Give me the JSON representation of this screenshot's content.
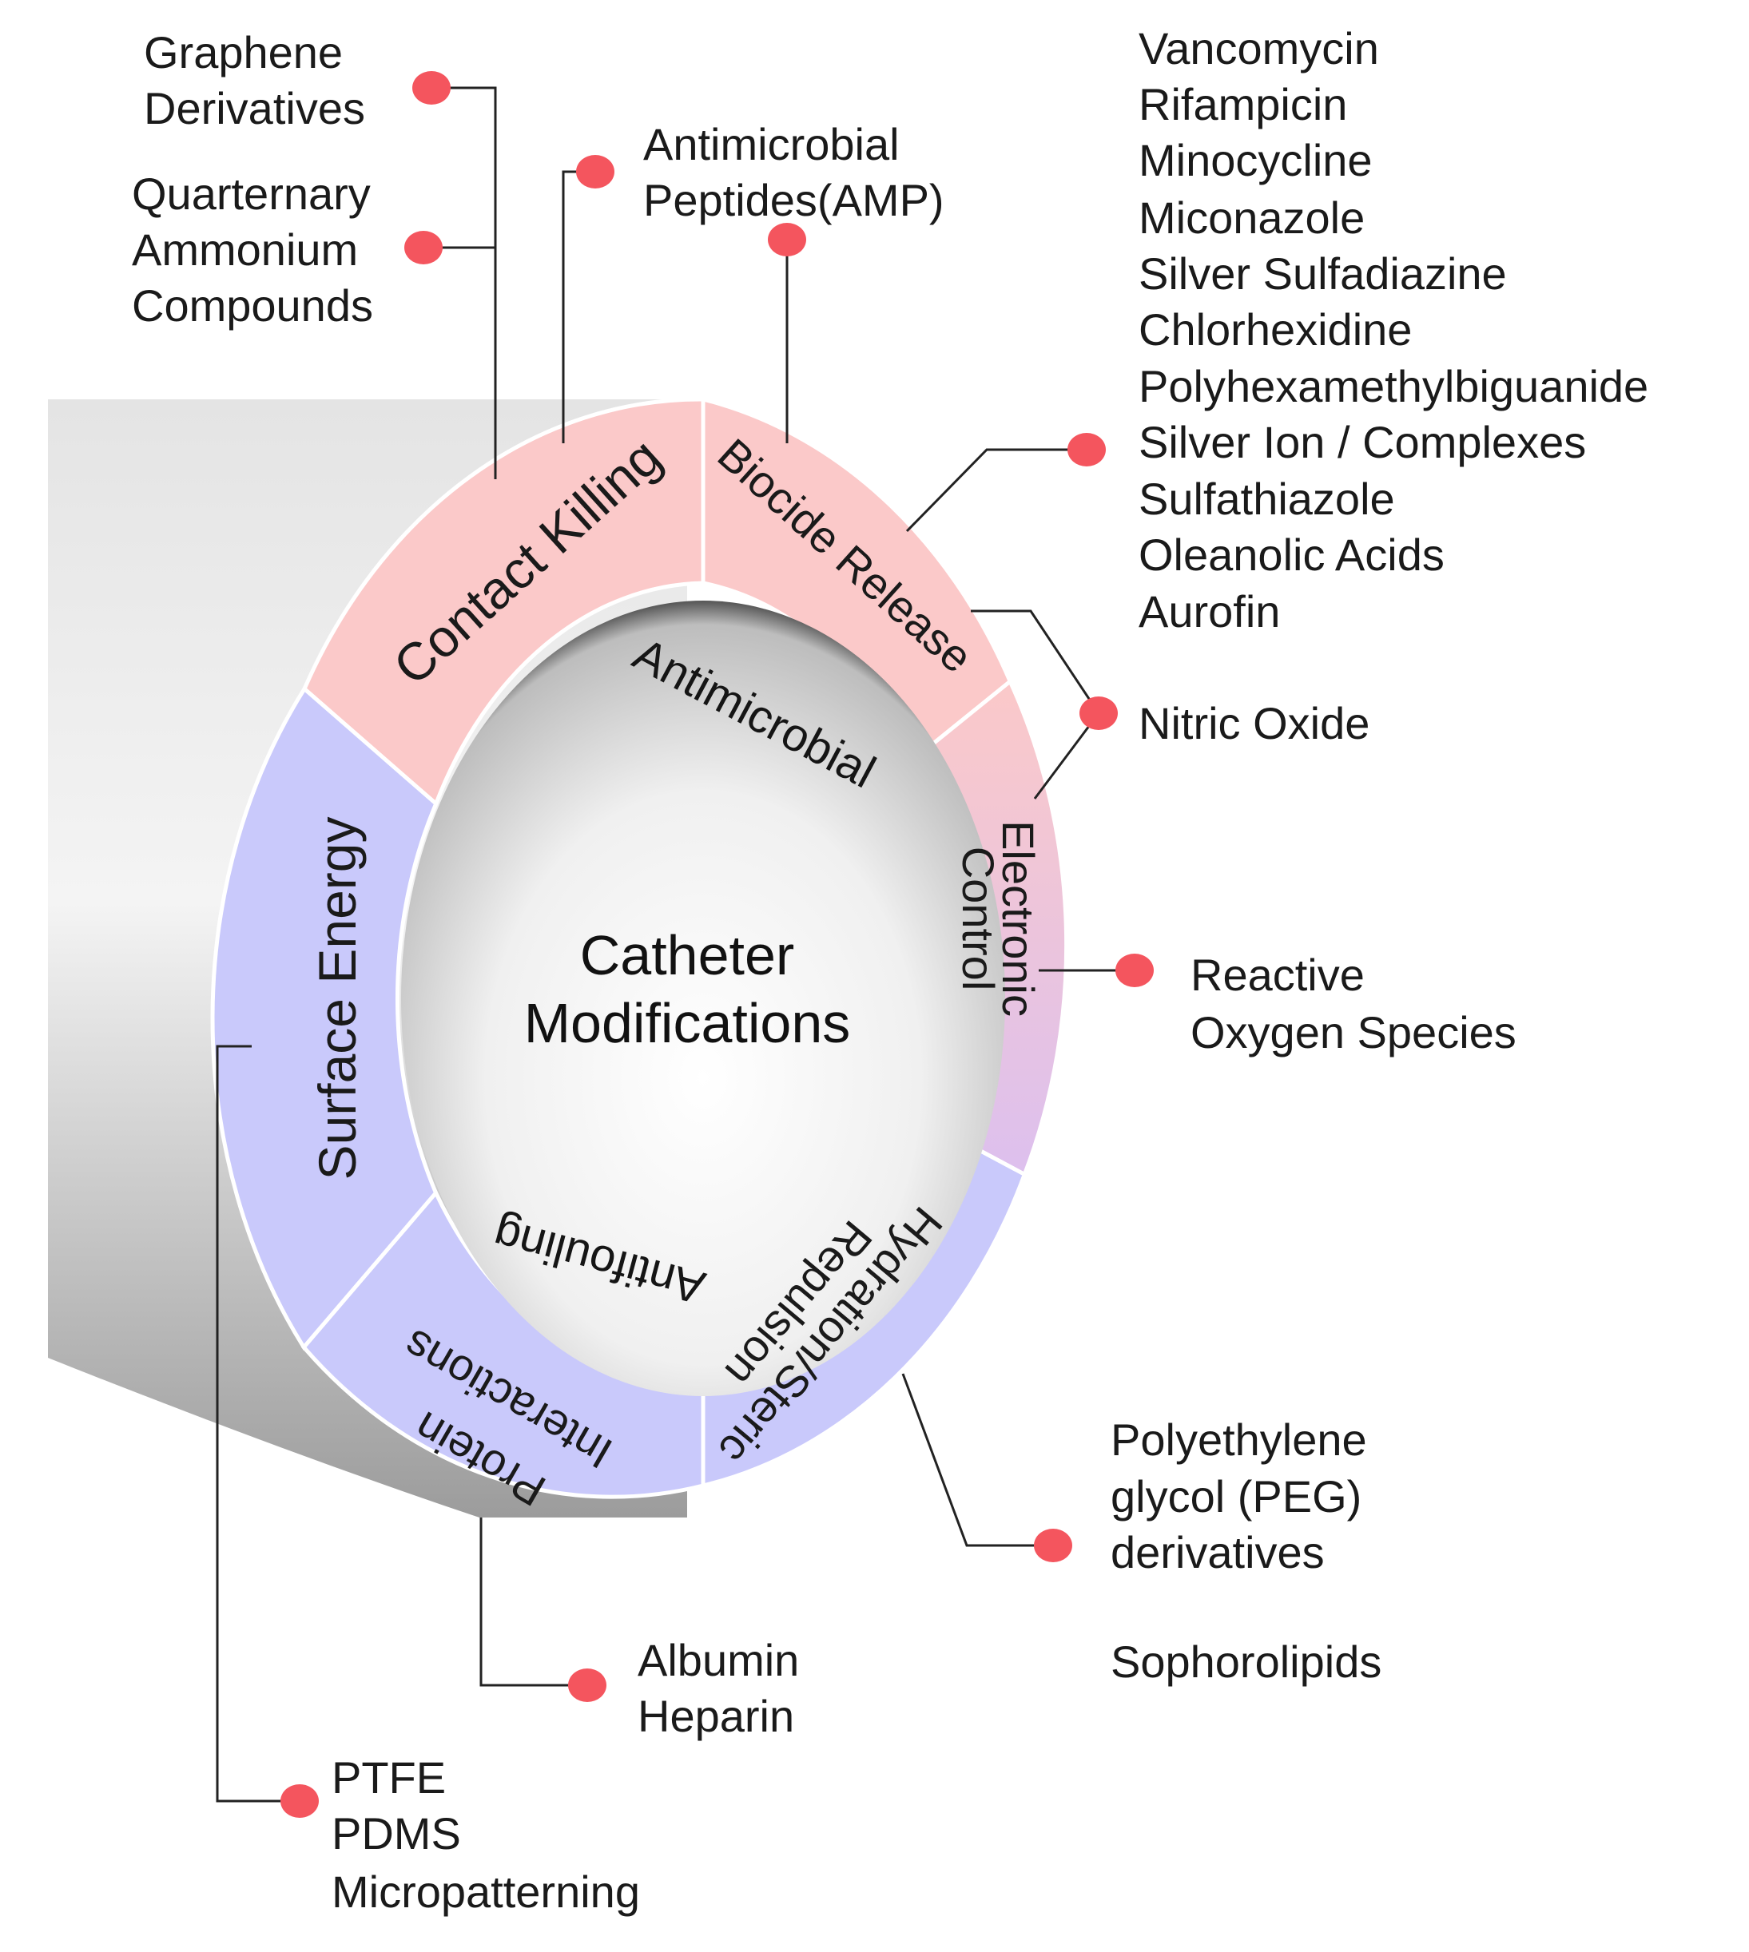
{
  "center": {
    "line1": "Catheter",
    "line2": "Modifications"
  },
  "inner": {
    "top": "Antimicrobial",
    "bottom": "Antifouling"
  },
  "segments": {
    "contact_killing": "Contact Killing",
    "biocide_release": "Biocide Release",
    "electronic_line1": "Electronic",
    "electronic_line2": "Control",
    "surface_energy": "Surface Energy",
    "protein_line1": "Protein",
    "protein_line2": "Interactions",
    "hydration_line1": "Hydration/Steric",
    "hydration_line2": "Repulsion"
  },
  "labels": {
    "graphene": [
      "Graphene",
      "Derivatives"
    ],
    "quaternary": [
      "Quarternary",
      "Ammonium",
      "Compounds"
    ],
    "amp": [
      "Antimicrobial",
      "Peptides(AMP)"
    ],
    "biocides": [
      "Vancomycin",
      "Rifampicin",
      "Minocycline",
      "Miconazole",
      "Silver Sulfadiazine",
      "Chlorhexidine",
      "Polyhexamethylbiguanide",
      "Silver Ion / Complexes",
      "Sulfathiazole",
      "Oleanolic Acids",
      "Aurofin"
    ],
    "nitric_oxide": "Nitric Oxide",
    "ros": [
      "Reactive",
      "Oxygen Species"
    ],
    "peg": [
      "Polyethylene",
      "glycol (PEG)",
      "derivatives"
    ],
    "sophorolipids": "Sophorolipids",
    "albumin": [
      "Albumin",
      "Heparin"
    ],
    "surface": [
      "PTFE",
      "PDMS",
      "Micropatterning"
    ]
  },
  "colors": {
    "antimicrobial_ring": "#fbc9c9",
    "antifouling_ring": "#c9c9fb",
    "connector_dot": "#f4555e"
  }
}
